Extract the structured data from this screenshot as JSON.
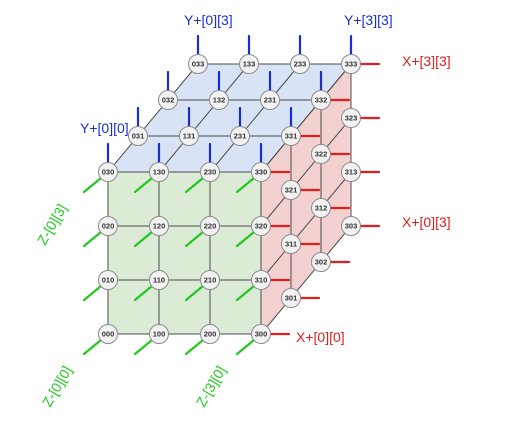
{
  "colors": {
    "front_face": "#dcebd5",
    "top_face": "#d8e3f6",
    "right_face": "#f3d1d1",
    "grid_line": "#4d4d4d",
    "node_fill": "#f2f2f2",
    "node_stroke": "#8c8c8c",
    "x_stub": "#e01e1e",
    "y_stub": "#1a2ed6",
    "z_stub": "#22c81e",
    "x_label": "#e01e1e",
    "y_label": "#1a2ed6",
    "z_label": "#22c81e"
  },
  "nodes": [
    {
      "x": 0,
      "y": 0,
      "z": 0,
      "label": "000"
    },
    {
      "x": 1,
      "y": 0,
      "z": 0,
      "label": "100"
    },
    {
      "x": 2,
      "y": 0,
      "z": 0,
      "label": "200"
    },
    {
      "x": 3,
      "y": 0,
      "z": 0,
      "label": "300"
    },
    {
      "x": 0,
      "y": 1,
      "z": 0,
      "label": "010"
    },
    {
      "x": 1,
      "y": 1,
      "z": 0,
      "label": "110"
    },
    {
      "x": 2,
      "y": 1,
      "z": 0,
      "label": "210"
    },
    {
      "x": 3,
      "y": 1,
      "z": 0,
      "label": "310"
    },
    {
      "x": 0,
      "y": 2,
      "z": 0,
      "label": "020"
    },
    {
      "x": 1,
      "y": 2,
      "z": 0,
      "label": "120"
    },
    {
      "x": 2,
      "y": 2,
      "z": 0,
      "label": "220"
    },
    {
      "x": 3,
      "y": 2,
      "z": 0,
      "label": "320"
    },
    {
      "x": 0,
      "y": 3,
      "z": 0,
      "label": "030"
    },
    {
      "x": 1,
      "y": 3,
      "z": 0,
      "label": "130"
    },
    {
      "x": 2,
      "y": 3,
      "z": 0,
      "label": "230"
    },
    {
      "x": 3,
      "y": 3,
      "z": 0,
      "label": "330"
    },
    {
      "x": 0,
      "y": 3,
      "z": 1,
      "label": "031"
    },
    {
      "x": 1,
      "y": 3,
      "z": 1,
      "label": "131"
    },
    {
      "x": 2,
      "y": 3,
      "z": 1,
      "label": "231"
    },
    {
      "x": 3,
      "y": 3,
      "z": 1,
      "label": "331"
    },
    {
      "x": 0,
      "y": 3,
      "z": 2,
      "label": "032"
    },
    {
      "x": 1,
      "y": 3,
      "z": 2,
      "label": "132"
    },
    {
      "x": 2,
      "y": 3,
      "z": 2,
      "label": "231"
    },
    {
      "x": 3,
      "y": 3,
      "z": 2,
      "label": "332"
    },
    {
      "x": 0,
      "y": 3,
      "z": 3,
      "label": "033"
    },
    {
      "x": 1,
      "y": 3,
      "z": 3,
      "label": "133"
    },
    {
      "x": 2,
      "y": 3,
      "z": 3,
      "label": "233"
    },
    {
      "x": 3,
      "y": 3,
      "z": 3,
      "label": "333"
    },
    {
      "x": 3,
      "y": 0,
      "z": 1,
      "label": "301"
    },
    {
      "x": 3,
      "y": 1,
      "z": 1,
      "label": "311"
    },
    {
      "x": 3,
      "y": 2,
      "z": 1,
      "label": "321"
    },
    {
      "x": 3,
      "y": 0,
      "z": 2,
      "label": "302"
    },
    {
      "x": 3,
      "y": 1,
      "z": 2,
      "label": "312"
    },
    {
      "x": 3,
      "y": 2,
      "z": 2,
      "label": "322"
    },
    {
      "x": 3,
      "y": 0,
      "z": 3,
      "label": "303"
    },
    {
      "x": 3,
      "y": 1,
      "z": 3,
      "label": "313"
    },
    {
      "x": 3,
      "y": 2,
      "z": 3,
      "label": "323"
    }
  ],
  "labels": {
    "y_000": "Y+[0][0]",
    "y_003": "Y+[0][3]",
    "y_303": "Y+[3][3]",
    "x_333": "X+[3][3]",
    "x_303": "X+[0][3]",
    "x_300": "X+[0][0]",
    "z_003": "Z-[0][3]",
    "z_000": "Z-[0][0]",
    "z_300": "Z-[3][0]"
  }
}
